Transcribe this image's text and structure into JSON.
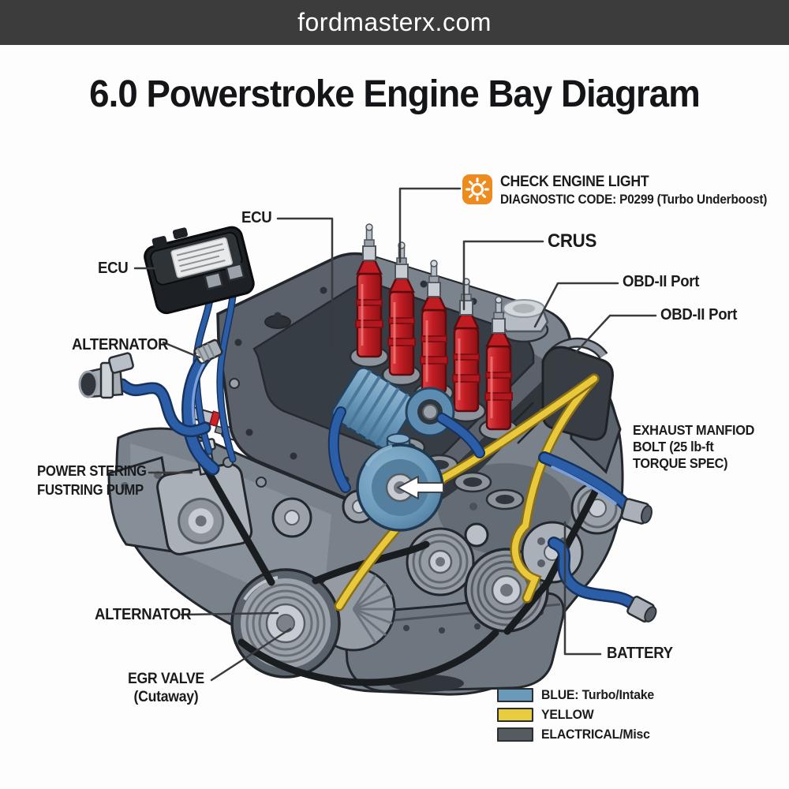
{
  "site_banner": {
    "text": "fordmasterx.com"
  },
  "title": "6.0 Powerstroke Engine Bay Diagram",
  "callouts": {
    "ecu_top": "ECU",
    "ecu_left": "ECU",
    "alternator_top": "ALTERNATOR",
    "check_engine": {
      "title": "CHECK ENGINE LIGHT",
      "subtitle": "DIAGNOSTIC CODE: P0299 (Turbo Underboost)",
      "icon": "sun-burst-warning-icon"
    },
    "crus": "CRUS",
    "obd_port_1": "OBD-II Port",
    "obd_port_2": "OBD-II Port",
    "exhaust_bolt": {
      "line1": "EXHAUST MANFIOD",
      "line2": "BOLT (25 lb-ft",
      "line3": "TORQUE SPEC)"
    },
    "power_steering": {
      "line1": "POWER STERING",
      "line2": "FUSTRING PUMP"
    },
    "alternator_bottom": "ALTERNATOR",
    "egr": {
      "line1": "EGR VALVE",
      "line2": "(Cutaway)"
    },
    "battery": "BATTERY"
  },
  "legend": {
    "items": [
      {
        "color": "#6b99b8",
        "label": "BLUE: Turbo/Intake"
      },
      {
        "color": "#e8cd3f",
        "label": "YELLOW"
      },
      {
        "color": "#565b60",
        "label": "ELACTRICAL/Misc"
      }
    ]
  },
  "engine_parts_colors": {
    "injector_red": "#c01d23",
    "turbo_blue": "#6b9aba",
    "hose_blue": "#2b5ea7",
    "belt_yellow": "#e8c93c",
    "belt_black": "#1a1d20"
  },
  "colors": {
    "banner_bg": "#3c3c3c",
    "page_bg": "#fdfdfd",
    "label_color": "#1a1b1d",
    "leader": "#3a3b3d",
    "cel_orange": "#ee8b1f"
  }
}
